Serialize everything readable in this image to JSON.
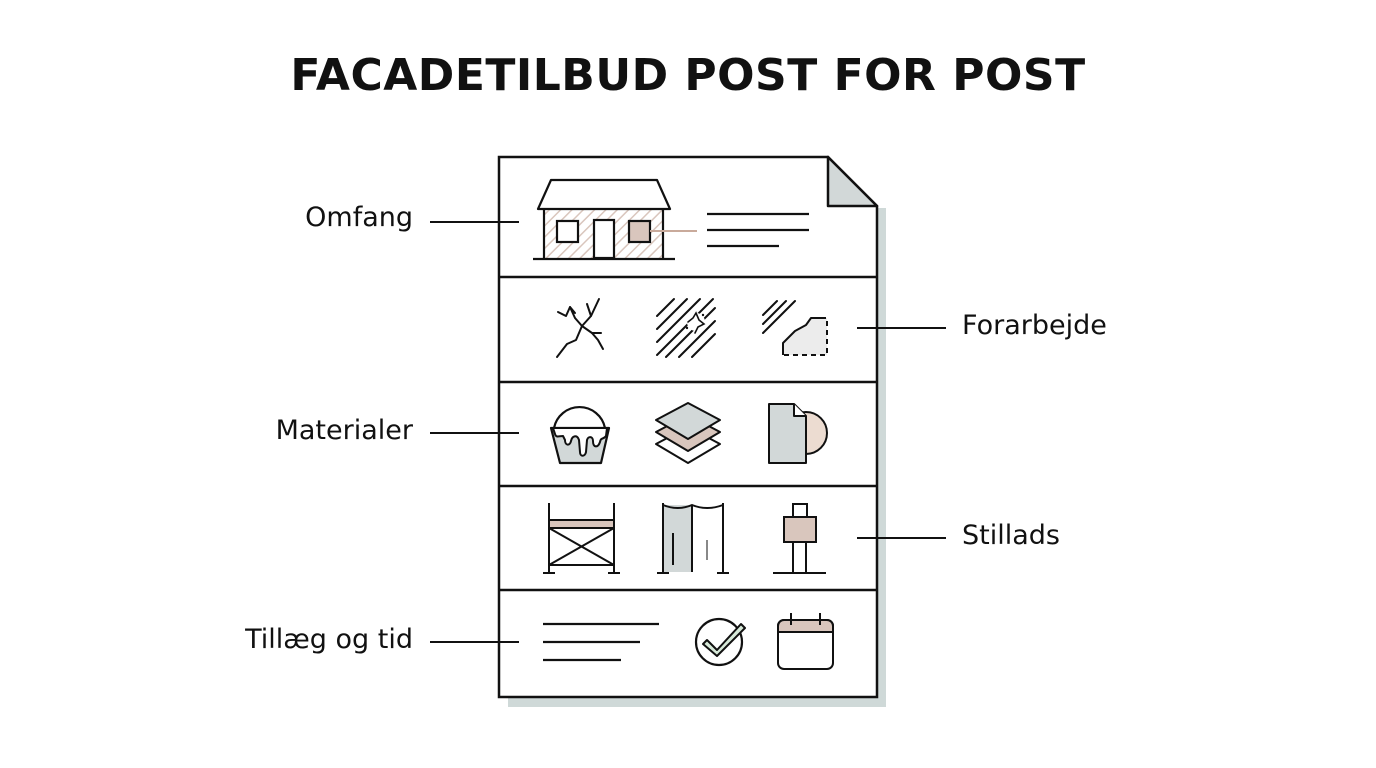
{
  "title": "FACADETILBUD POST FOR POST",
  "colors": {
    "ink": "#111111",
    "shadow": "#cfd9d8",
    "tan": "#d9c6bd",
    "grey_fill": "#d2d8d8",
    "light_fill": "#ececec",
    "check_green": "#d7e9d9"
  },
  "sections": [
    {
      "label": "Omfang",
      "side": "left",
      "icons": [
        "house-facade-icon",
        "text-lines-icon"
      ]
    },
    {
      "label": "Forarbejde",
      "side": "right",
      "icons": [
        "crack-icon",
        "hatched-surface-icon",
        "patch-repair-icon"
      ]
    },
    {
      "label": "Materialer",
      "side": "left",
      "icons": [
        "paint-bucket-icon",
        "layers-icon",
        "sheet-sample-icon"
      ]
    },
    {
      "label": "Stillads",
      "side": "right",
      "icons": [
        "scaffold-frame-icon",
        "scaffold-cover-icon",
        "lift-tower-icon"
      ]
    },
    {
      "label": "Tillæg og tid",
      "side": "left",
      "icons": [
        "text-lines-icon",
        "check-circle-icon",
        "calendar-icon"
      ]
    }
  ]
}
